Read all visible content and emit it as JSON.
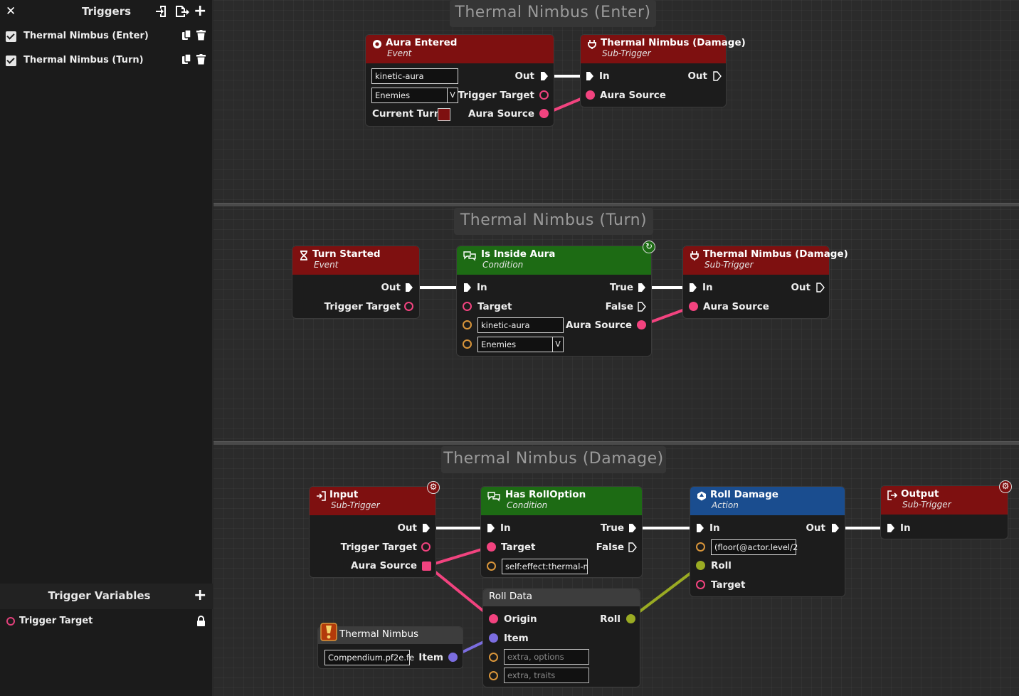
{
  "sidebar": {
    "close_icon": "close-icon",
    "title": "Triggers",
    "triggers": [
      {
        "label": "Thermal Nimbus (Enter)",
        "checked": true
      },
      {
        "label": "Thermal Nimbus (Turn)",
        "checked": true
      }
    ],
    "variables_title": "Trigger Variables",
    "variables": [
      {
        "label": "Trigger Target",
        "locked": true
      }
    ]
  },
  "sections": {
    "enter": "Thermal Nimbus (Enter)",
    "turn": "Thermal Nimbus (Turn)",
    "damage": "Thermal Nimbus (Damage)"
  },
  "nodes": {
    "aura_entered": {
      "title": "Aura Entered",
      "subtitle": "Event",
      "input1": "kinetic-aura",
      "select1": "Enemies",
      "select_arrow": "V",
      "current_turn": "Current Turn?",
      "out": "Out",
      "trigger_target": "Trigger Target",
      "aura_source": "Aura Source"
    },
    "enter_subtrigger": {
      "title": "Thermal Nimbus (Damage)",
      "subtitle": "Sub-Trigger",
      "in": "In",
      "out": "Out",
      "aura_source": "Aura Source"
    },
    "turn_started": {
      "title": "Turn Started",
      "subtitle": "Event",
      "out": "Out",
      "trigger_target": "Trigger Target"
    },
    "inside_aura": {
      "title": "Is Inside Aura",
      "subtitle": "Condition",
      "in": "In",
      "true": "True",
      "target": "Target",
      "false": "False",
      "input1": "kinetic-aura",
      "aura_source": "Aura Source",
      "select1": "Enemies",
      "select_arrow": "V"
    },
    "turn_subtrigger": {
      "title": "Thermal Nimbus (Damage)",
      "subtitle": "Sub-Trigger",
      "in": "In",
      "out": "Out",
      "aura_source": "Aura Source"
    },
    "input_node": {
      "title": "Input",
      "subtitle": "Sub-Trigger",
      "out": "Out",
      "trigger_target": "Trigger Target",
      "aura_source": "Aura Source"
    },
    "has_rolloption": {
      "title": "Has RollOption",
      "subtitle": "Condition",
      "in": "In",
      "true": "True",
      "target": "Target",
      "false": "False",
      "input1": "self:effect:thermal-n"
    },
    "roll_damage": {
      "title": "Roll Damage",
      "subtitle": "Action",
      "in": "In",
      "out": "Out",
      "input1": "(floor(@actor.level/2",
      "roll": "Roll",
      "target": "Target"
    },
    "output_node": {
      "title": "Output",
      "subtitle": "Sub-Trigger",
      "in": "In"
    },
    "roll_data": {
      "title": "Roll Data",
      "origin": "Origin",
      "roll": "Roll",
      "item": "Item",
      "ph1": "extra, options",
      "ph2": "extra, traits"
    },
    "item_node": {
      "title": "Thermal Nimbus",
      "input1": "Compendium.pf2e.fe",
      "item": "Item"
    }
  },
  "colors": {
    "event_red": "#7e1010",
    "condition_green": "#1d6b14",
    "action_blue": "#1a4d8f",
    "pin_pink": "#f2437f",
    "pin_orange": "#d9953a",
    "pin_olive": "#9aab23",
    "pin_blue": "#7b6de0"
  }
}
